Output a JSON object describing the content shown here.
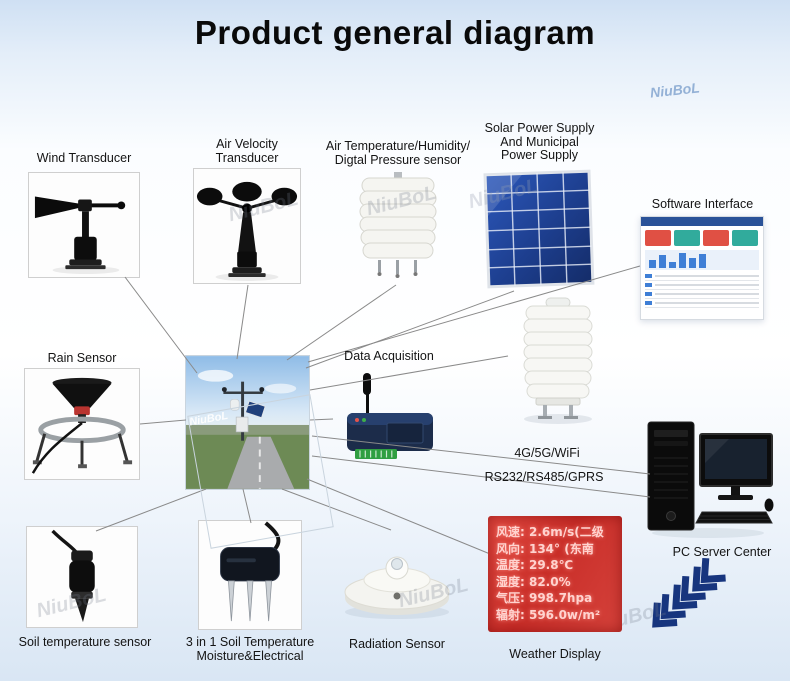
{
  "title": "Product general diagram",
  "watermark": "NiuBoL",
  "nodes": {
    "wind": {
      "label": "Wind Transducer"
    },
    "air_velocity": {
      "label_lines": [
        "Air Velocity",
        "Transducer"
      ]
    },
    "air_temp": {
      "label_lines": [
        "Air Temperature/Humidity/",
        "Digtal Pressure sensor"
      ]
    },
    "solar": {
      "label_lines": [
        "Solar Power Supply",
        "And Municipal",
        "Power Supply"
      ]
    },
    "software": {
      "label": "Software Interface"
    },
    "rain": {
      "label": "Rain Sensor"
    },
    "data_acquisition": {
      "label": "Data Acquisition"
    },
    "connectivity": {
      "line1": "4G/5G/WiFi",
      "line2": "RS232/RS485/GPRS"
    },
    "pc": {
      "label": "PC Server Center"
    },
    "soil_temp": {
      "label": "Soil temperature sensor"
    },
    "soil_3in1": {
      "label_lines": [
        "3 in 1 Soil Temperature",
        "Moisture&Electrical"
      ]
    },
    "radiation": {
      "label": "Radiation Sensor"
    },
    "weather_display": {
      "label": "Weather Display",
      "lines": [
        "风速: 2.6m/s(二级",
        "风向: 134° (东南",
        "温度: 29.8℃",
        "湿度: 82.0%",
        "气压: 998.7hpa",
        "辐射: 596.0w/m²"
      ]
    }
  },
  "colors": {
    "display_bg": "#cf332e",
    "display_text": "#ffd3cf",
    "arrow_blue": "#17357e",
    "solar_panel": "#224a9e",
    "background_tint": "#d7e5f5"
  }
}
